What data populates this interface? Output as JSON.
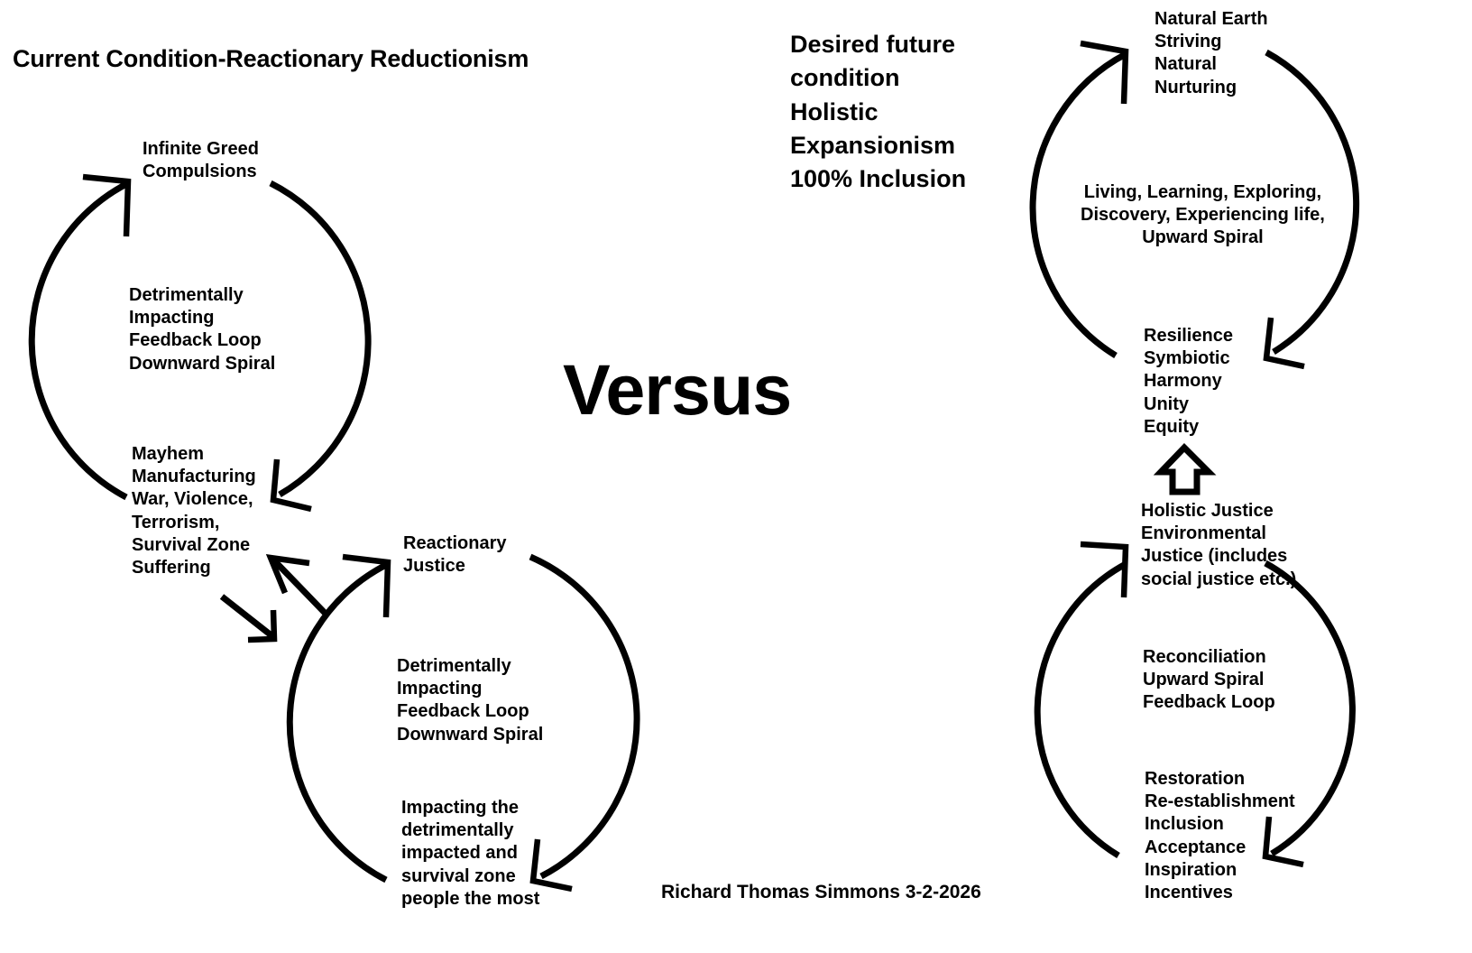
{
  "headings": {
    "left_title": "Current Condition-Reactionary Reductionism",
    "right_title": "Desired future\ncondition\nHolistic\nExpansionism\n100% Inclusion",
    "center": "Versus"
  },
  "signature": "Richard Thomas Simmons 3-2-2026",
  "left_upper_cycle": {
    "name": "reactionary-reductionism-cycle",
    "nodes": [
      {
        "id": "infinite-greed",
        "text": "Infinite Greed\nCompulsions"
      },
      {
        "id": "detrimental-feedback-loop",
        "text": "Detrimentally\nImpacting\nFeedback Loop\nDownward Spiral"
      },
      {
        "id": "mayhem-manufacturing",
        "text": "Mayhem\nManufacturing\nWar, Violence,\nTerrorism,\nSurvival Zone\nSuffering"
      }
    ]
  },
  "left_lower_cycle": {
    "name": "reactionary-justice-cycle",
    "nodes": [
      {
        "id": "reactionary-justice",
        "text": "Reactionary\nJustice"
      },
      {
        "id": "detrimental-feedback-loop-2",
        "text": "Detrimentally\nImpacting\nFeedback Loop\nDownward Spiral"
      },
      {
        "id": "impacting-the-most",
        "text": "Impacting the\ndetrimentally\nimpacted and\nsurvival zone\npeople the most"
      }
    ]
  },
  "right_upper_cycle": {
    "name": "holistic-expansionism-cycle",
    "nodes": [
      {
        "id": "natural-earth",
        "text": "Natural Earth\nStriving\nNatural\nNurturing"
      },
      {
        "id": "living-learning",
        "text": "Living, Learning, Exploring,\nDiscovery, Experiencing life,\nUpward Spiral"
      },
      {
        "id": "resilience",
        "text": "Resilience\nSymbiotic\nHarmony\nUnity\nEquity"
      }
    ]
  },
  "right_lower_cycle": {
    "name": "holistic-justice-cycle",
    "nodes": [
      {
        "id": "holistic-justice",
        "text": "Holistic Justice\nEnvironmental\nJustice (includes\nsocial justice etc.)"
      },
      {
        "id": "reconciliation",
        "text": "Reconciliation\nUpward Spiral\nFeedback Loop"
      },
      {
        "id": "restoration",
        "text": "Restoration\nRe-establishment\nInclusion\nAcceptance\nInspiration\nIncentives"
      }
    ]
  },
  "colors": {
    "stroke": "#000000",
    "text": "#000000",
    "background": "#ffffff"
  }
}
